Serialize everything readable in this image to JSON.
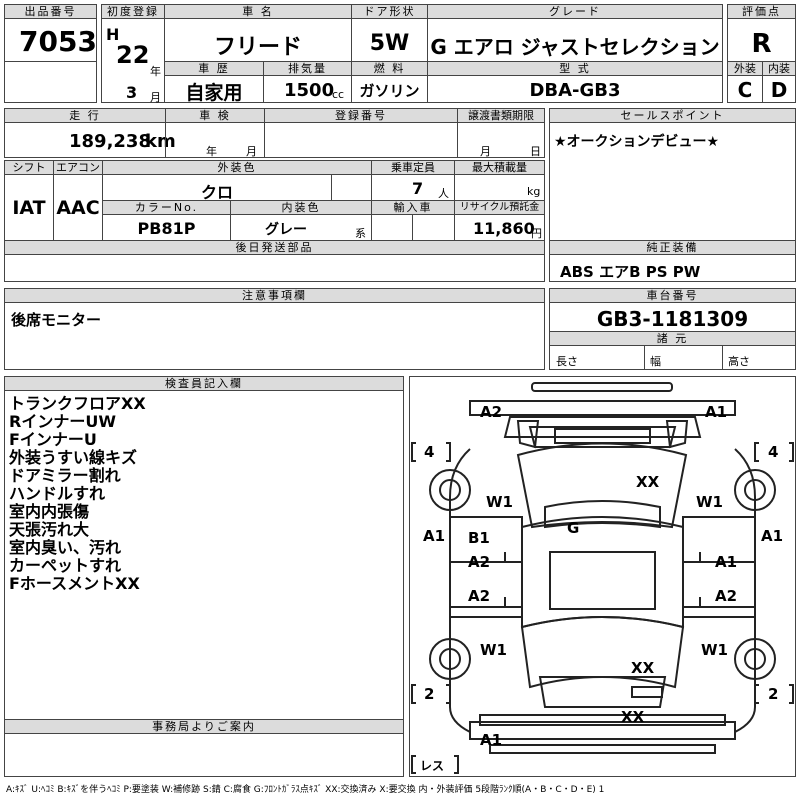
{
  "header": {
    "lot_label": "出品番号",
    "lot": "7053",
    "first_reg_label": "初度登録",
    "era": "H",
    "year": "22",
    "year_unit": "年",
    "month": "3",
    "month_unit": "月",
    "name_label": "車 名",
    "name": "フリード",
    "door_label": "ドア形状",
    "door": "5W",
    "grade_label": "グレード",
    "grade": "G エアロ ジャストセレクション",
    "score_label": "評価点",
    "score": "R",
    "history_label": "車 歴",
    "history": "自家用",
    "displacement_label": "排気量",
    "displacement": "1500",
    "displacement_unit": "cc",
    "fuel_label": "燃 料",
    "fuel": "ガソリン",
    "model_label": "型 式",
    "model": "DBA-GB3",
    "exterior_label": "外装",
    "exterior": "C",
    "interior_label": "内装",
    "interior": "D"
  },
  "row2": {
    "mileage_label": "走 行",
    "mileage": "189,238",
    "mileage_unit": "km",
    "inspection_label": "車 検",
    "inspection_year": "年",
    "inspection_month": "月",
    "registration_label": "登録番号",
    "transfer_label": "譲渡書類期限",
    "transfer_month": "月",
    "transfer_day": "日",
    "sales_label": "セールスポイント",
    "sales_point": "★オークションデビュー★"
  },
  "row3": {
    "shift_label": "シフト",
    "shift": "IAT",
    "ac_label": "エアコン",
    "ac": "AAC",
    "color_label": "外装色",
    "color": "クロ",
    "capacity_label": "乗車定員",
    "capacity": "7",
    "capacity_unit": "人",
    "load_label": "最大積載量",
    "load_unit": "kg",
    "color_no_label": "カラーNo.",
    "color_no": "PB81P",
    "int_color_label": "内装色",
    "int_color": "グレー",
    "int_color_unit": "系",
    "import_label": "輸入車",
    "recycle_label": "リサイクル預託金",
    "recycle": "11,860",
    "recycle_unit": "円"
  },
  "later_parts_label": "後日発送部品",
  "equipment_label": "純正装備",
  "equipment": "ABS エアB PS PW",
  "notes_label": "注意事項欄",
  "notes": "後席モニター",
  "chassis_label": "車台番号",
  "chassis": "GB3-1181309",
  "dims_label": "諸 元",
  "length_label": "長さ",
  "width_label": "幅",
  "height_label": "高さ",
  "inspector_label": "検査員記入欄",
  "inspector_remarks": [
    "トランクフロアXX",
    "RインナーUW",
    "FインナーU",
    "外装うすい線キズ",
    "ドアミラー割れ",
    "ハンドルすれ",
    "室内内張傷",
    "天張汚れ大",
    "室内臭い、汚れ",
    "カーペットすれ",
    "FホースメントXX"
  ],
  "office_label": "事務局よりご案内",
  "legend": "A:ｷｽﾞ U:ﾍｺﾐ B:ｷｽﾞを伴うﾍｺﾐ P:要塗装 W:補修跡 S:錆 C:腐食 G:ﾌﾛﾝﾄｶﾞﾗｽ点ｷｽﾞ XX:交換済み X:要交換 内・外装評価 5段階ﾗﾝｸ順(A・B・C・D・E) 1",
  "diagram": {
    "marks": [
      "A2",
      "A1",
      "XX",
      "W1",
      "W1",
      "G",
      "A1",
      "A1",
      "B1",
      "A2",
      "A1",
      "A2",
      "A2",
      "W1",
      "W1",
      "XX",
      "XX",
      "A1"
    ],
    "tire_front_left": "4",
    "tire_front_right": "4",
    "tire_rear_left": "2",
    "tire_rear_right": "2",
    "spare": "レス"
  }
}
